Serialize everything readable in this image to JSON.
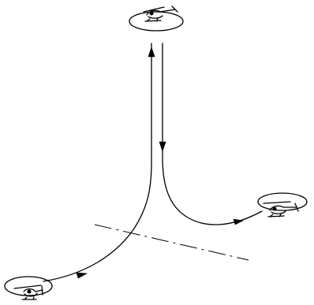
{
  "diagram": {
    "type": "flight-path-sketch",
    "aircraft": [
      {
        "id": "aircraft-start",
        "icon": "helicopter-icon",
        "position": "bottom-left"
      },
      {
        "id": "aircraft-apex",
        "icon": "helicopter-icon",
        "position": "top-center"
      },
      {
        "id": "aircraft-end",
        "icon": "helicopter-icon",
        "position": "right"
      }
    ],
    "paths": [
      {
        "id": "climb-path",
        "from": "aircraft-start",
        "to": "aircraft-apex",
        "arrows": 2
      },
      {
        "id": "descent-path",
        "from": "aircraft-apex",
        "to": "aircraft-end",
        "arrows": 2
      }
    ],
    "reference_line": {
      "style": "dash-dot"
    },
    "colors": {
      "ink": "#000000",
      "background": "#ffffff"
    }
  }
}
